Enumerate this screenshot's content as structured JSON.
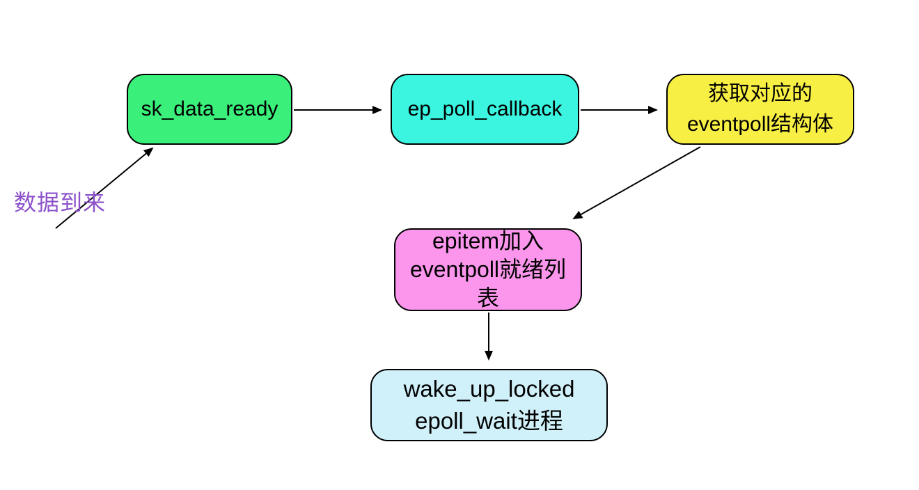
{
  "canvas": {
    "background": "#ffffff",
    "edge_color": "#000000",
    "node_border_color": "#000000",
    "node_text_color": "#000000"
  },
  "annotation": {
    "text": "数据到来",
    "color": "#8C51CA"
  },
  "nodes": {
    "sk_data_ready": {
      "label": "sk_data_ready",
      "fill": "#3AF07A"
    },
    "ep_poll_callback": {
      "label": "ep_poll_callback",
      "fill": "#3BF5E1"
    },
    "get_eventpoll": {
      "line1": "获取对应的",
      "line2": "eventpoll结构体",
      "fill": "#F8EF44"
    },
    "epitem_ready_list": {
      "line1": "epitem加入",
      "line2": "eventpoll就绪列",
      "line3": "表",
      "fill": "#FB96EC"
    },
    "wake_up_locked": {
      "line1": "wake_up_locked",
      "line2": "epoll_wait进程",
      "fill": "#D0F0FA"
    }
  },
  "edges": [
    {
      "from": "数据到来",
      "to": "sk_data_ready"
    },
    {
      "from": "sk_data_ready",
      "to": "ep_poll_callback"
    },
    {
      "from": "ep_poll_callback",
      "to": "get_eventpoll"
    },
    {
      "from": "get_eventpoll",
      "to": "epitem_ready_list"
    },
    {
      "from": "epitem_ready_list",
      "to": "wake_up_locked"
    }
  ]
}
